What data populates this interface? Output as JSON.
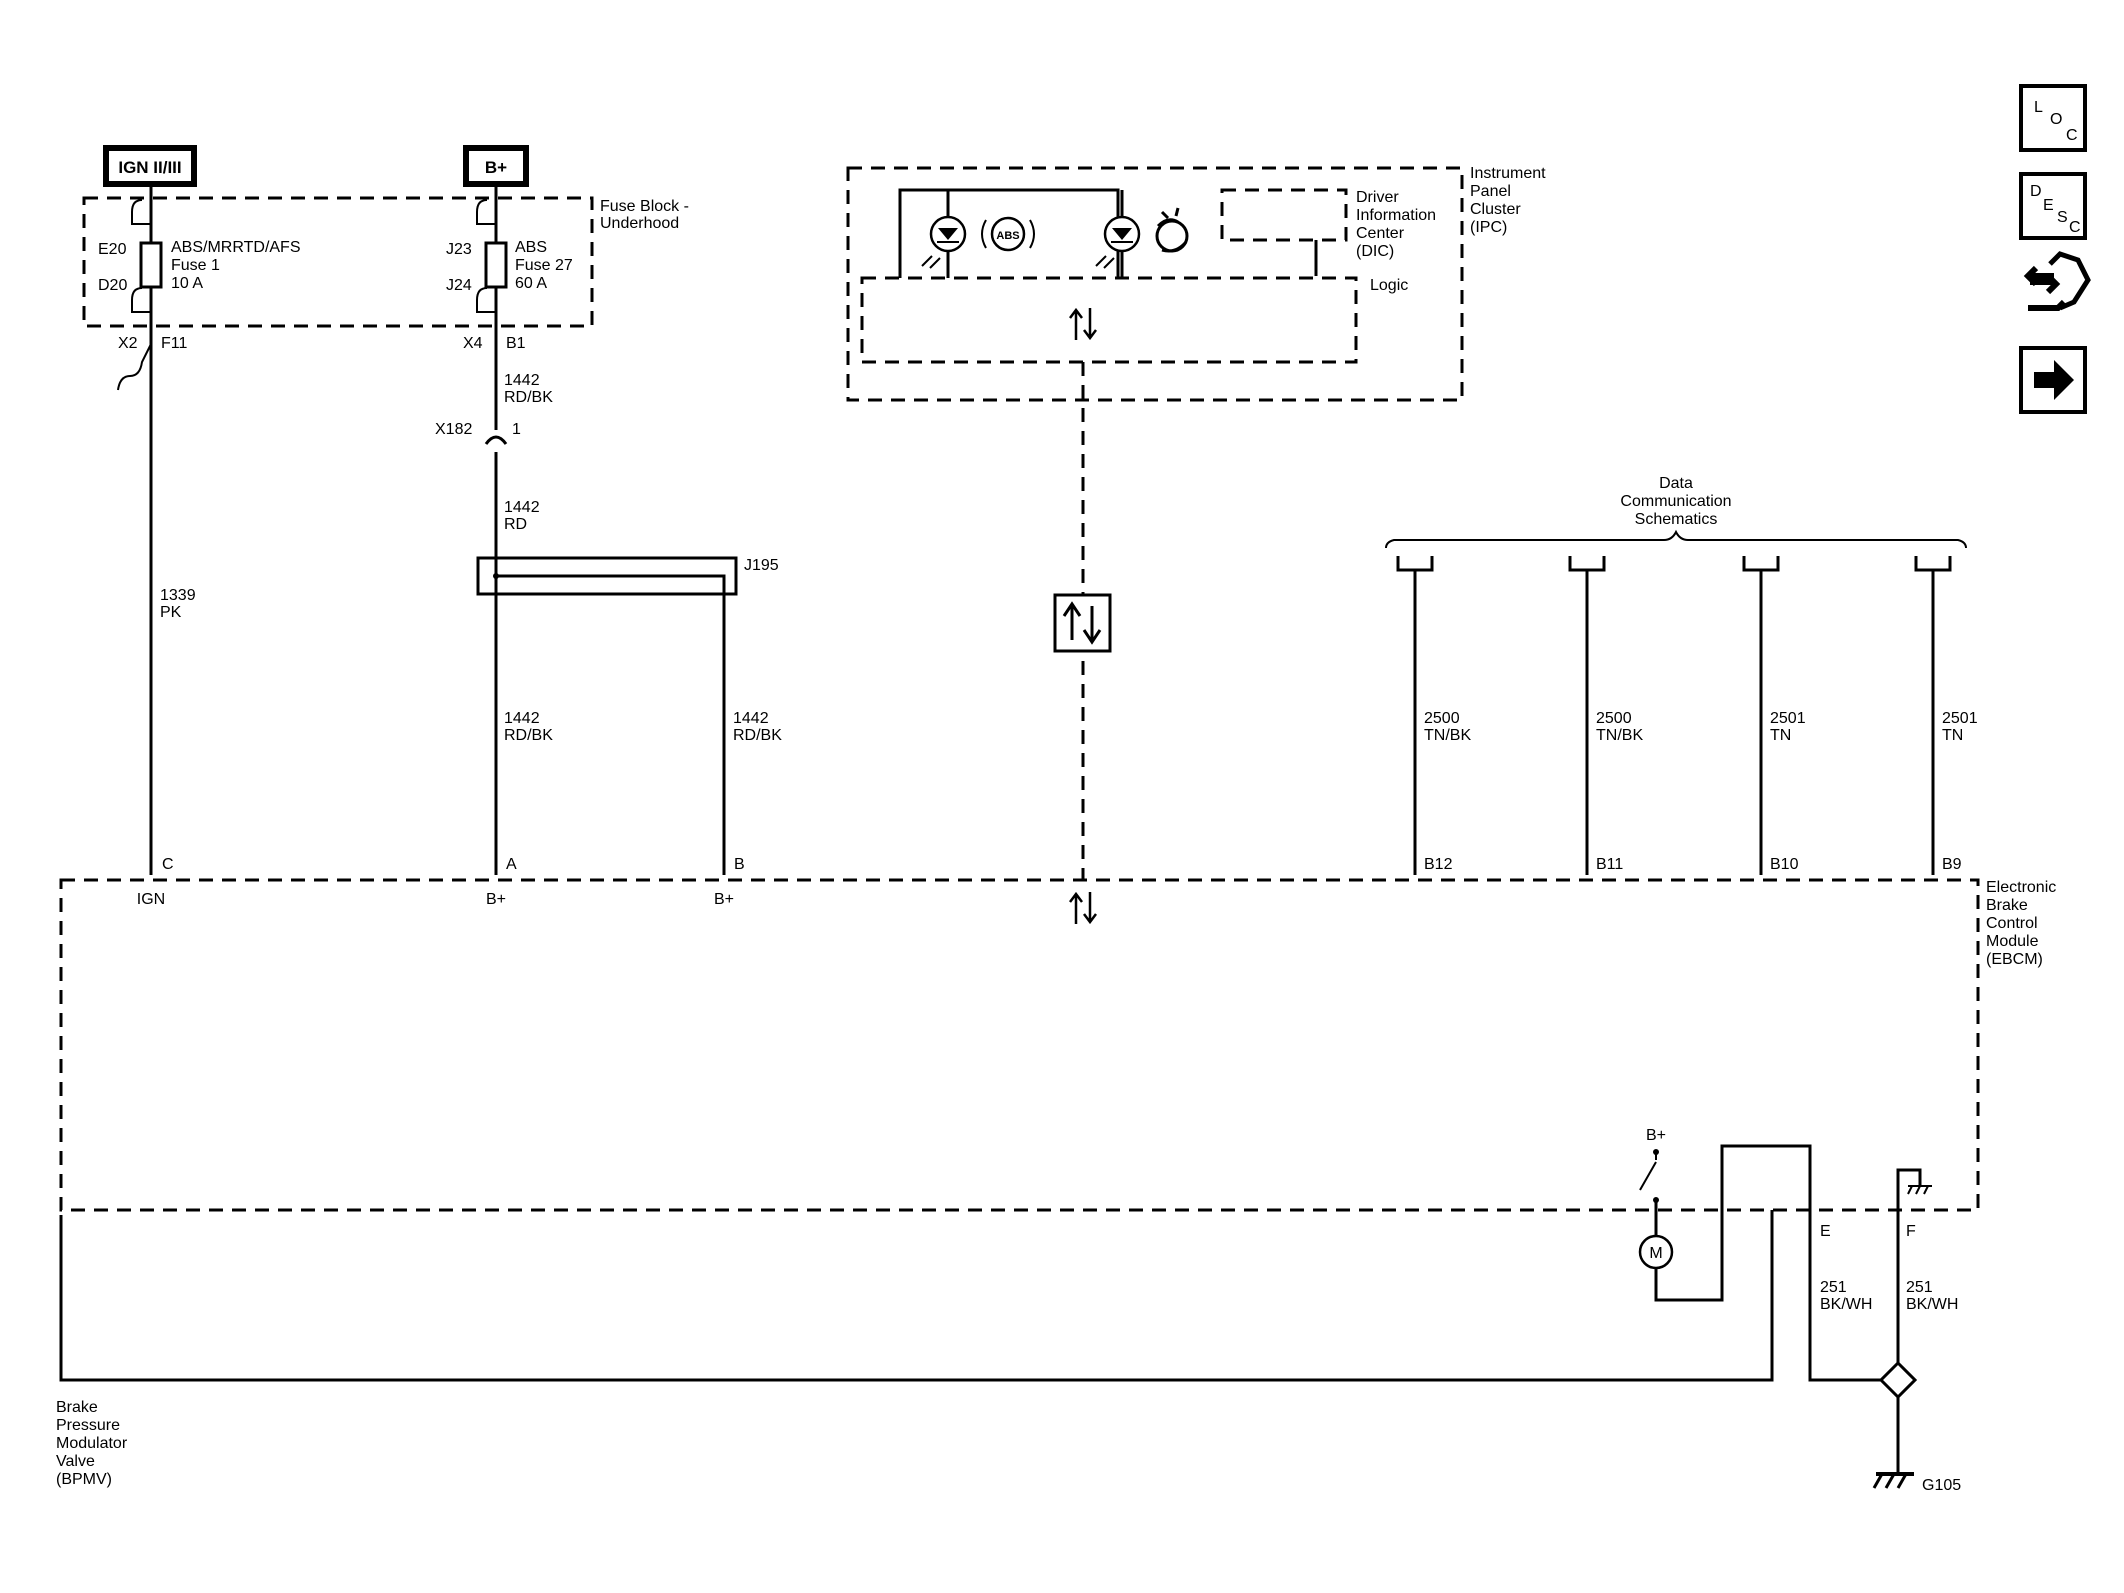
{
  "sources": {
    "ign": "IGN II/III",
    "bplus": "B+"
  },
  "fuse_block": {
    "label_line1": "Fuse Block -",
    "label_line2": "Underhood",
    "fuse1": {
      "pin_in": "E20",
      "pin_out": "D20",
      "name": "ABS/MRRTD/AFS",
      "fuse": "Fuse 1",
      "rating": "10 A",
      "connector": "X2",
      "cavity": "F11"
    },
    "fuse27": {
      "pin_in": "J23",
      "pin_out": "J24",
      "name": "ABS",
      "fuse": "Fuse 27",
      "rating": "60 A",
      "connector": "X4",
      "cavity": "B1"
    }
  },
  "wires": {
    "w1339": {
      "circuit": "1339",
      "color": "PK"
    },
    "w1442_top": {
      "circuit": "1442",
      "color": "RD/BK"
    },
    "w1442_mid": {
      "circuit": "1442",
      "color": "RD"
    },
    "w1442_a": {
      "circuit": "1442",
      "color": "RD/BK"
    },
    "w1442_b": {
      "circuit": "1442",
      "color": "RD/BK"
    },
    "w2500_a": {
      "circuit": "2500",
      "color": "TN/BK"
    },
    "w2500_b": {
      "circuit": "2500",
      "color": "TN/BK"
    },
    "w2501_a": {
      "circuit": "2501",
      "color": "TN"
    },
    "w2501_b": {
      "circuit": "2501",
      "color": "TN"
    },
    "w251_e": {
      "circuit": "251",
      "color": "BK/WH"
    },
    "w251_f": {
      "circuit": "251",
      "color": "BK/WH"
    }
  },
  "inline_connector": {
    "name": "X182",
    "pin": "1"
  },
  "splice": "J195",
  "ipc": {
    "line1": "Instrument",
    "line2": "Panel",
    "line3": "Cluster",
    "line4": "(IPC)",
    "dic_line1": "Driver",
    "dic_line2": "Information",
    "dic_line3": "Center",
    "dic_line4": "(DIC)",
    "logic": "Logic",
    "abs_lamp": "ABS"
  },
  "data_comm": {
    "line1": "Data",
    "line2": "Communication",
    "line3": "Schematics"
  },
  "ebcm": {
    "line1": "Electronic",
    "line2": "Brake",
    "line3": "Control",
    "line4": "Module",
    "line5": "(EBCM)",
    "pins": {
      "c": "C",
      "a": "A",
      "b": "B",
      "b12": "B12",
      "b11": "B11",
      "b10": "B10",
      "b9": "B9",
      "e": "E",
      "f": "F"
    },
    "inputs": {
      "ign": "IGN",
      "bplus_a": "B+",
      "bplus_b": "B+"
    },
    "motor_supply": "B+",
    "motor": "M"
  },
  "bpmv": {
    "line1": "Brake",
    "line2": "Pressure",
    "line3": "Modulator",
    "line4": "Valve",
    "line5": "(BPMV)"
  },
  "ground": "G105",
  "nav": {
    "loc": {
      "l": "L",
      "o": "O",
      "c": "C"
    },
    "desc": {
      "d": "D",
      "e": "E",
      "s": "S",
      "c": "C"
    }
  }
}
